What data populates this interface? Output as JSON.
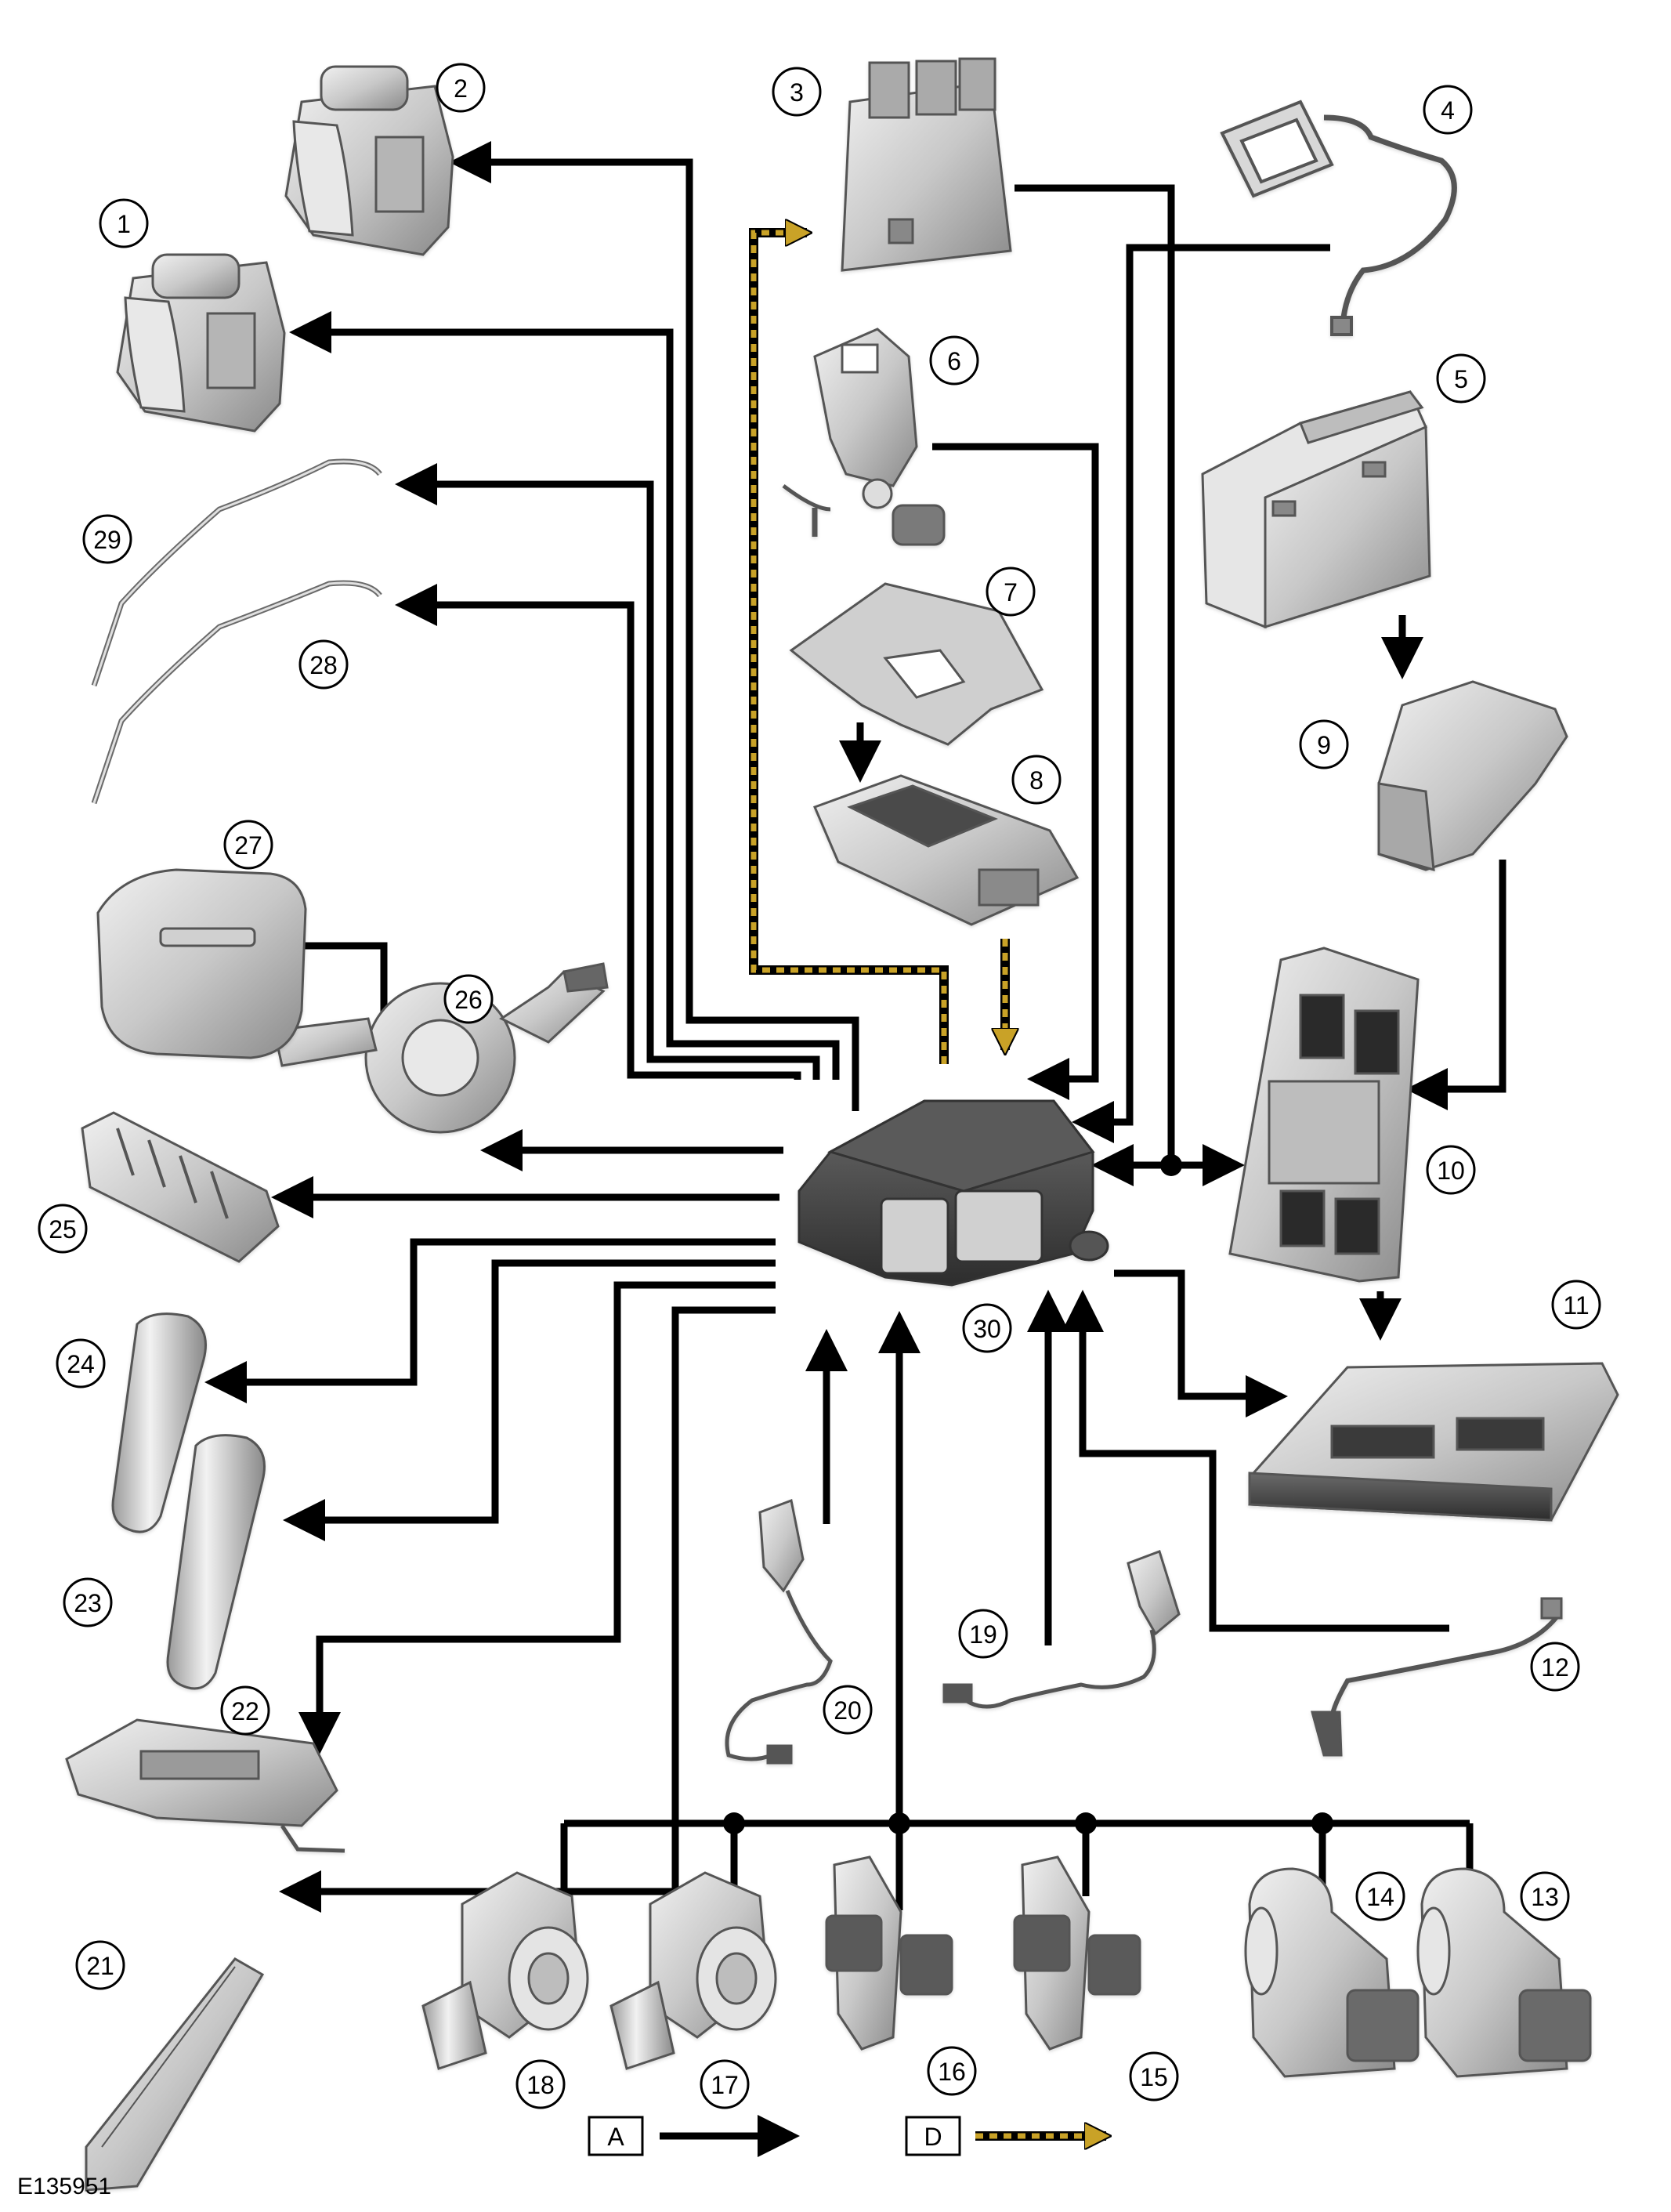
{
  "figure_id": "E135951",
  "callouts": [
    "1",
    "2",
    "3",
    "4",
    "5",
    "6",
    "7",
    "8",
    "9",
    "10",
    "11",
    "12",
    "13",
    "14",
    "15",
    "16",
    "17",
    "18",
    "19",
    "20",
    "21",
    "22",
    "23",
    "24",
    "25",
    "26",
    "27",
    "28",
    "29",
    "30"
  ],
  "legend": [
    {
      "key": "A",
      "line_style": "solid-black"
    },
    {
      "key": "D",
      "line_style": "dashed-yellow"
    }
  ],
  "colors": {
    "line": "#000000",
    "data_line": "#c9a227",
    "component_fill": "#cfcfcf",
    "component_stroke": "#555555"
  },
  "components": [
    {
      "id": "1",
      "icon": "occupant-sensor-icon"
    },
    {
      "id": "2",
      "icon": "occupant-sensor-icon"
    },
    {
      "id": "3",
      "icon": "control-module-icon"
    },
    {
      "id": "4",
      "icon": "wiring-harness-icon"
    },
    {
      "id": "5",
      "icon": "battery-icon"
    },
    {
      "id": "6",
      "icon": "bracket-connector-icon"
    },
    {
      "id": "7",
      "icon": "mounting-plate-icon"
    },
    {
      "id": "8",
      "icon": "sensor-module-icon"
    },
    {
      "id": "9",
      "icon": "fuse-box-cover-icon"
    },
    {
      "id": "10",
      "icon": "fuse-box-icon"
    },
    {
      "id": "11",
      "icon": "overhead-console-icon"
    },
    {
      "id": "12",
      "icon": "harness-connector-icon"
    },
    {
      "id": "13",
      "icon": "impact-sensor-icon"
    },
    {
      "id": "14",
      "icon": "impact-sensor-icon"
    },
    {
      "id": "15",
      "icon": "crash-sensor-icon"
    },
    {
      "id": "16",
      "icon": "crash-sensor-icon"
    },
    {
      "id": "17",
      "icon": "pressure-sensor-icon"
    },
    {
      "id": "18",
      "icon": "pressure-sensor-icon"
    },
    {
      "id": "19",
      "icon": "seat-belt-buckle-icon"
    },
    {
      "id": "20",
      "icon": "seat-belt-buckle-icon"
    },
    {
      "id": "21",
      "icon": "knee-airbag-icon"
    },
    {
      "id": "22",
      "icon": "passenger-airbag-icon"
    },
    {
      "id": "23",
      "icon": "side-airbag-icon"
    },
    {
      "id": "24",
      "icon": "side-airbag-icon"
    },
    {
      "id": "25",
      "icon": "knee-airbag-icon"
    },
    {
      "id": "26",
      "icon": "clockspring-icon"
    },
    {
      "id": "27",
      "icon": "driver-airbag-icon"
    },
    {
      "id": "28",
      "icon": "curtain-airbag-icon"
    },
    {
      "id": "29",
      "icon": "curtain-airbag-icon"
    },
    {
      "id": "30",
      "icon": "restraints-control-module-icon"
    }
  ]
}
